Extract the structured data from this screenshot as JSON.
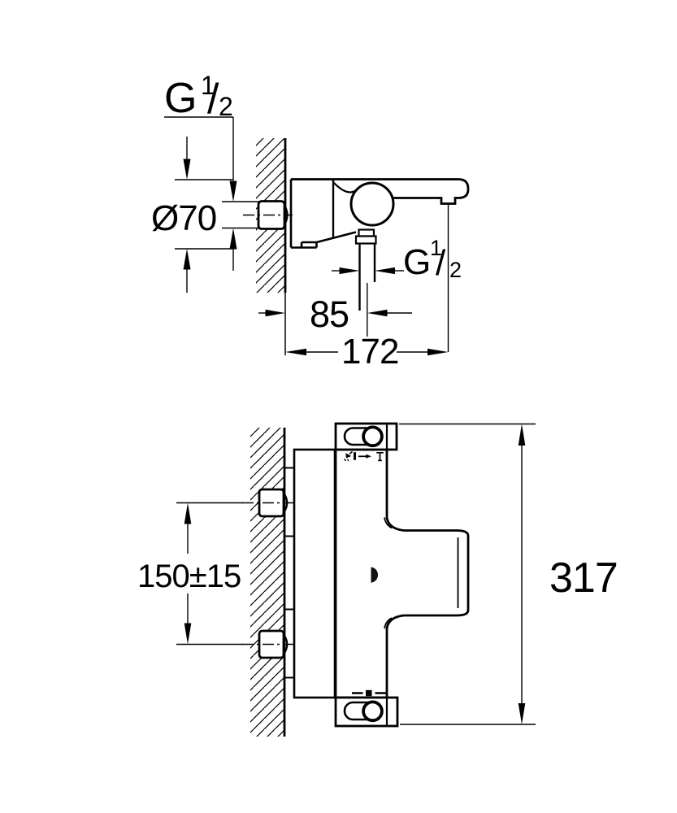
{
  "meta": {
    "document_type": "technical dimension drawing",
    "subject": "wall-mounted bath/shower thermostat mixer, side and front elevations"
  },
  "colors": {
    "line": "#000000",
    "background": "#ffffff"
  },
  "side_view": {
    "name": "side elevation with wall section",
    "labels": {
      "wall_thread": {
        "prefix": "G",
        "numerator": "1",
        "slash": "/",
        "denominator": "2"
      },
      "escutcheon_diameter": "Ø70",
      "shower_outlet_thread": {
        "prefix": "G",
        "numerator": "1",
        "slash": "/",
        "denominator": "2"
      },
      "wall_to_shower_axis": "85",
      "wall_to_spout_outlet": "172"
    }
  },
  "front_view": {
    "name": "front elevation with wall section",
    "labels": {
      "inlet_centre_distance": "150±15",
      "overall_height": "317"
    },
    "icons": [
      "shower",
      "diverter-arrow",
      "bath",
      "temperature-index"
    ]
  }
}
